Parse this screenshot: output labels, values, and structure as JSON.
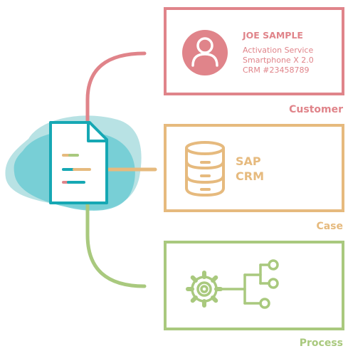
{
  "colors": {
    "customer": "#e0848a",
    "case": "#e6ba7e",
    "process": "#a9c97e",
    "document": "#16a8b4",
    "blob_light": "#b8e2e4",
    "blob_dark": "#6ccbd3",
    "doc_green": "#a9c97e",
    "doc_orange": "#e6ba7e",
    "doc_red": "#e0848a"
  },
  "customer": {
    "name": "JOE SAMPLE",
    "service": "Activation Service",
    "device": "Smartphone X 2.0",
    "crm_number": "CRM #23458789",
    "label": "Customer",
    "icon": "user-avatar-icon"
  },
  "case": {
    "system_line1": "SAP",
    "system_line2": "CRM",
    "label": "Case",
    "icon": "database-icon"
  },
  "process": {
    "label": "Process",
    "icon": "gear-workflow-icon"
  },
  "document": {
    "icon": "document-icon"
  }
}
